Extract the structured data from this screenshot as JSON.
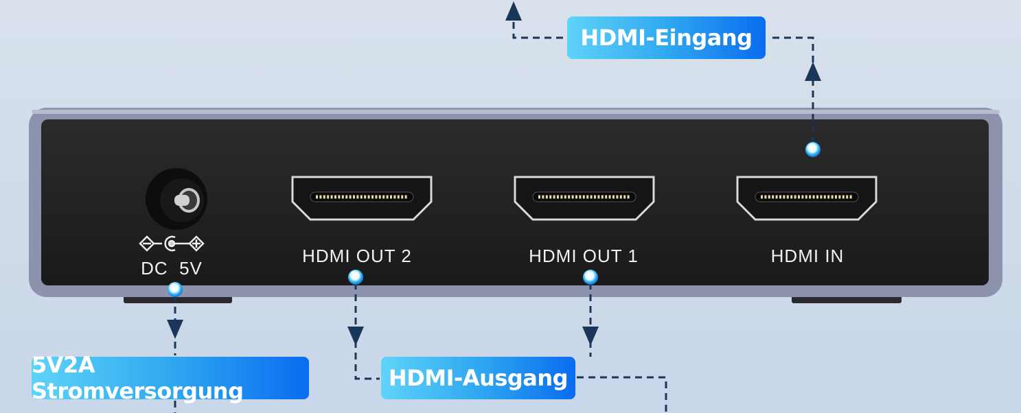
{
  "callouts": {
    "input": "HDMI-Eingang",
    "power": "5V2A Stromversorgung",
    "output": "HDMI-Ausgang"
  },
  "device": {
    "dc_label": "DC  5V",
    "ports": [
      "HDMI OUT 2",
      "HDMI OUT 1",
      "HDMI IN"
    ]
  },
  "colors": {
    "accent_start": "#5fd3f8",
    "accent_end": "#0a6cf0",
    "arrow": "#1a3658",
    "panel": "#1e1e1e",
    "frame": "#8d93ac"
  }
}
